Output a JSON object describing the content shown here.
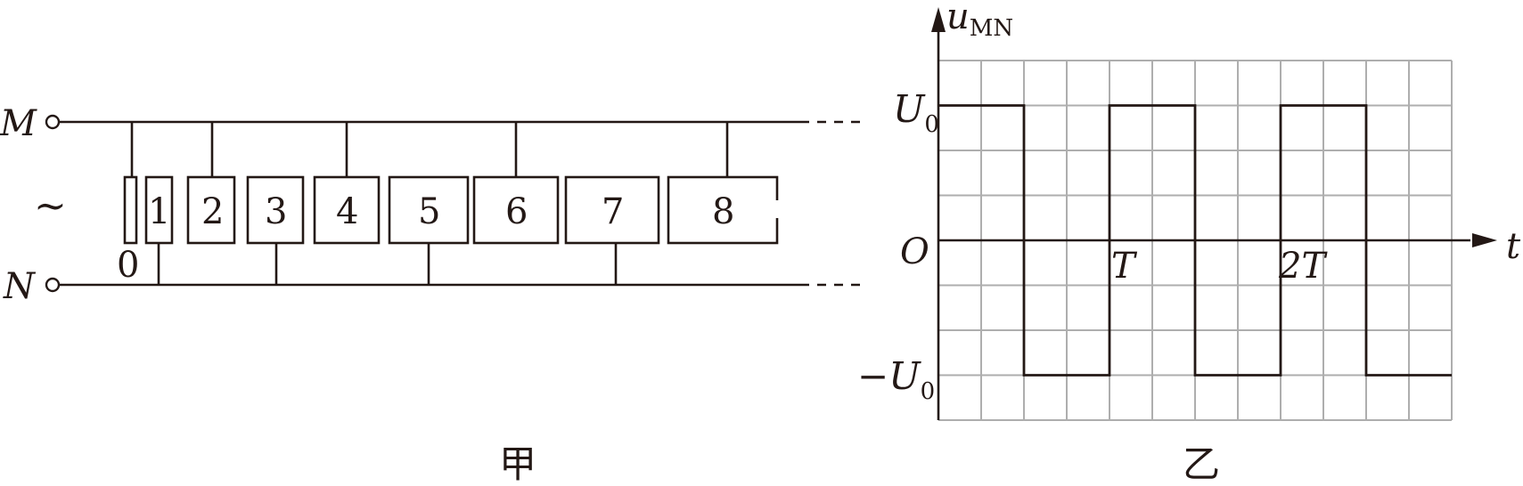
{
  "circuit": {
    "terminal_m": "M",
    "terminal_n": "N",
    "ac_symbol": "~",
    "tubes": [
      "0",
      "1",
      "2",
      "3",
      "4",
      "5",
      "6",
      "7",
      "8"
    ],
    "caption": "甲"
  },
  "graph": {
    "y_axis_var": "u",
    "y_axis_sub": "MN",
    "x_axis_var": "t",
    "origin": "O",
    "u0_var": "U",
    "u0_sub": "0",
    "neg_u0_sign": "−",
    "neg_u0_var": "U",
    "neg_u0_sub": "0",
    "tick_t": "T",
    "tick_2t": "2T",
    "caption": "乙"
  },
  "chart_data": {
    "type": "line",
    "title": "",
    "xlabel": "t",
    "ylabel": "u_MN",
    "x_unit": "T",
    "y_unit": "U0",
    "grid": true,
    "xlim": [
      0,
      3
    ],
    "ylim": [
      -1.25,
      1.25
    ],
    "x_ticks": [
      "T",
      "2T"
    ],
    "y_ticks": [
      "U0",
      "-U0"
    ],
    "series": [
      {
        "x": [
          0,
          1,
          2,
          3,
          4,
          5,
          6,
          7,
          8,
          9,
          10,
          11,
          12
        ],
        "x_scale": 0.25,
        "values": [
          1,
          1,
          -1,
          -1,
          1,
          1,
          -1,
          -1,
          1,
          1,
          -1,
          -1,
          -1
        ]
      }
    ]
  }
}
